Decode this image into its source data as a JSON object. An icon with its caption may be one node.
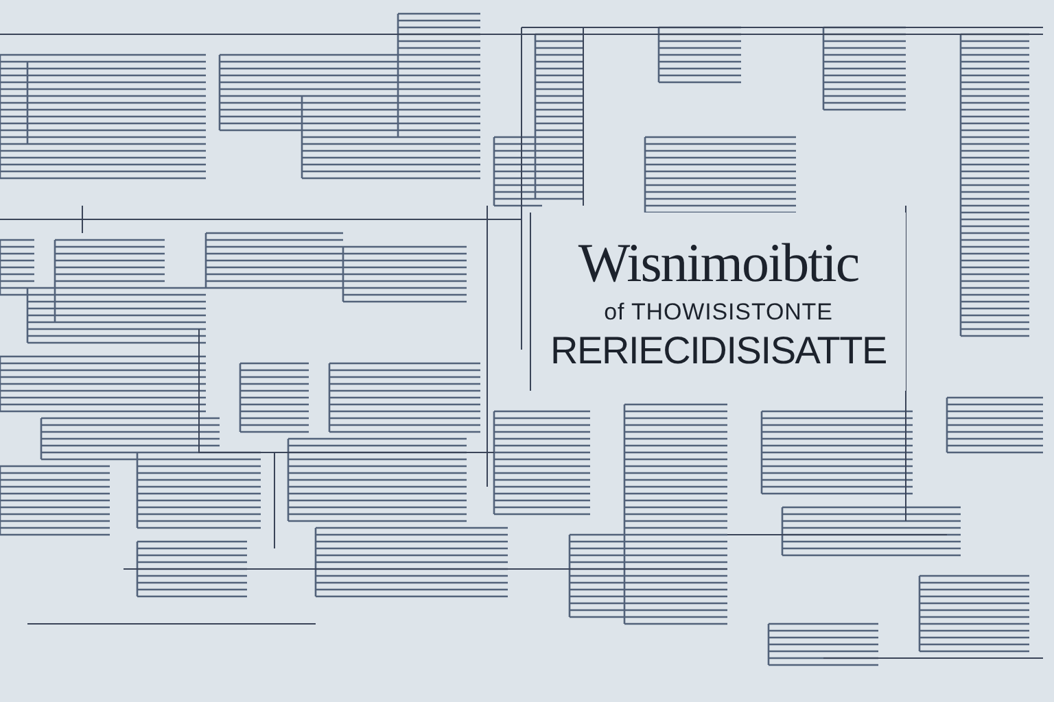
{
  "diagram": {
    "nodes": [
      {
        "text": [
          "Wisnimoibtic",
          "of THOWISISTONTE",
          "RERIECIDISISATTE"
        ]
      }
    ]
  }
}
